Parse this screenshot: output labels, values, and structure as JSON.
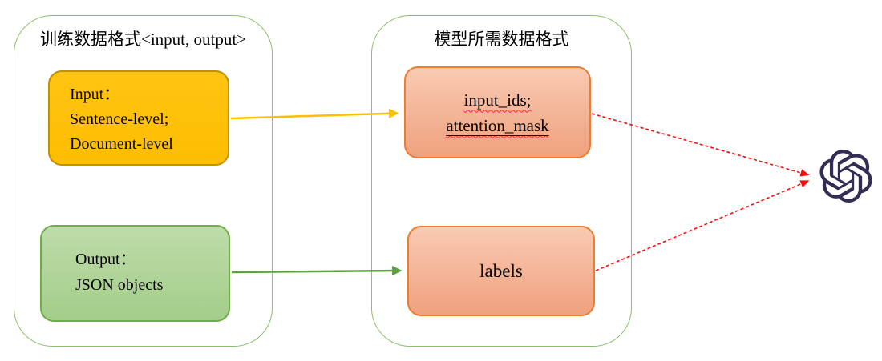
{
  "left_panel": {
    "title": "训练数据格式<input, output>",
    "input_box": {
      "lines": [
        "Input：",
        "Sentence-level;",
        "Document-level"
      ]
    },
    "output_box": {
      "lines": [
        "Output：",
        "JSON objects"
      ]
    }
  },
  "model_panel": {
    "title": "模型所需数据格式",
    "ids_box": {
      "lines": [
        "input_ids;",
        "attention_mask"
      ]
    },
    "labels_box": {
      "label": "labels"
    }
  },
  "icons": {
    "openai_logo": "openai-logo"
  },
  "colors": {
    "container_border": "#8cc069",
    "gold_fill": "#ffc000",
    "gold_border": "#bf9000",
    "green_fill": "#a9d18e",
    "green_border": "#6fad46",
    "salmon_fill": "#f4ab88",
    "salmon_border": "#ed7d31",
    "arrow_yellow": "#ffbf00",
    "arrow_green": "#5fa23f",
    "arrow_red": "#ff0a0a",
    "logo_color": "#332c54"
  }
}
